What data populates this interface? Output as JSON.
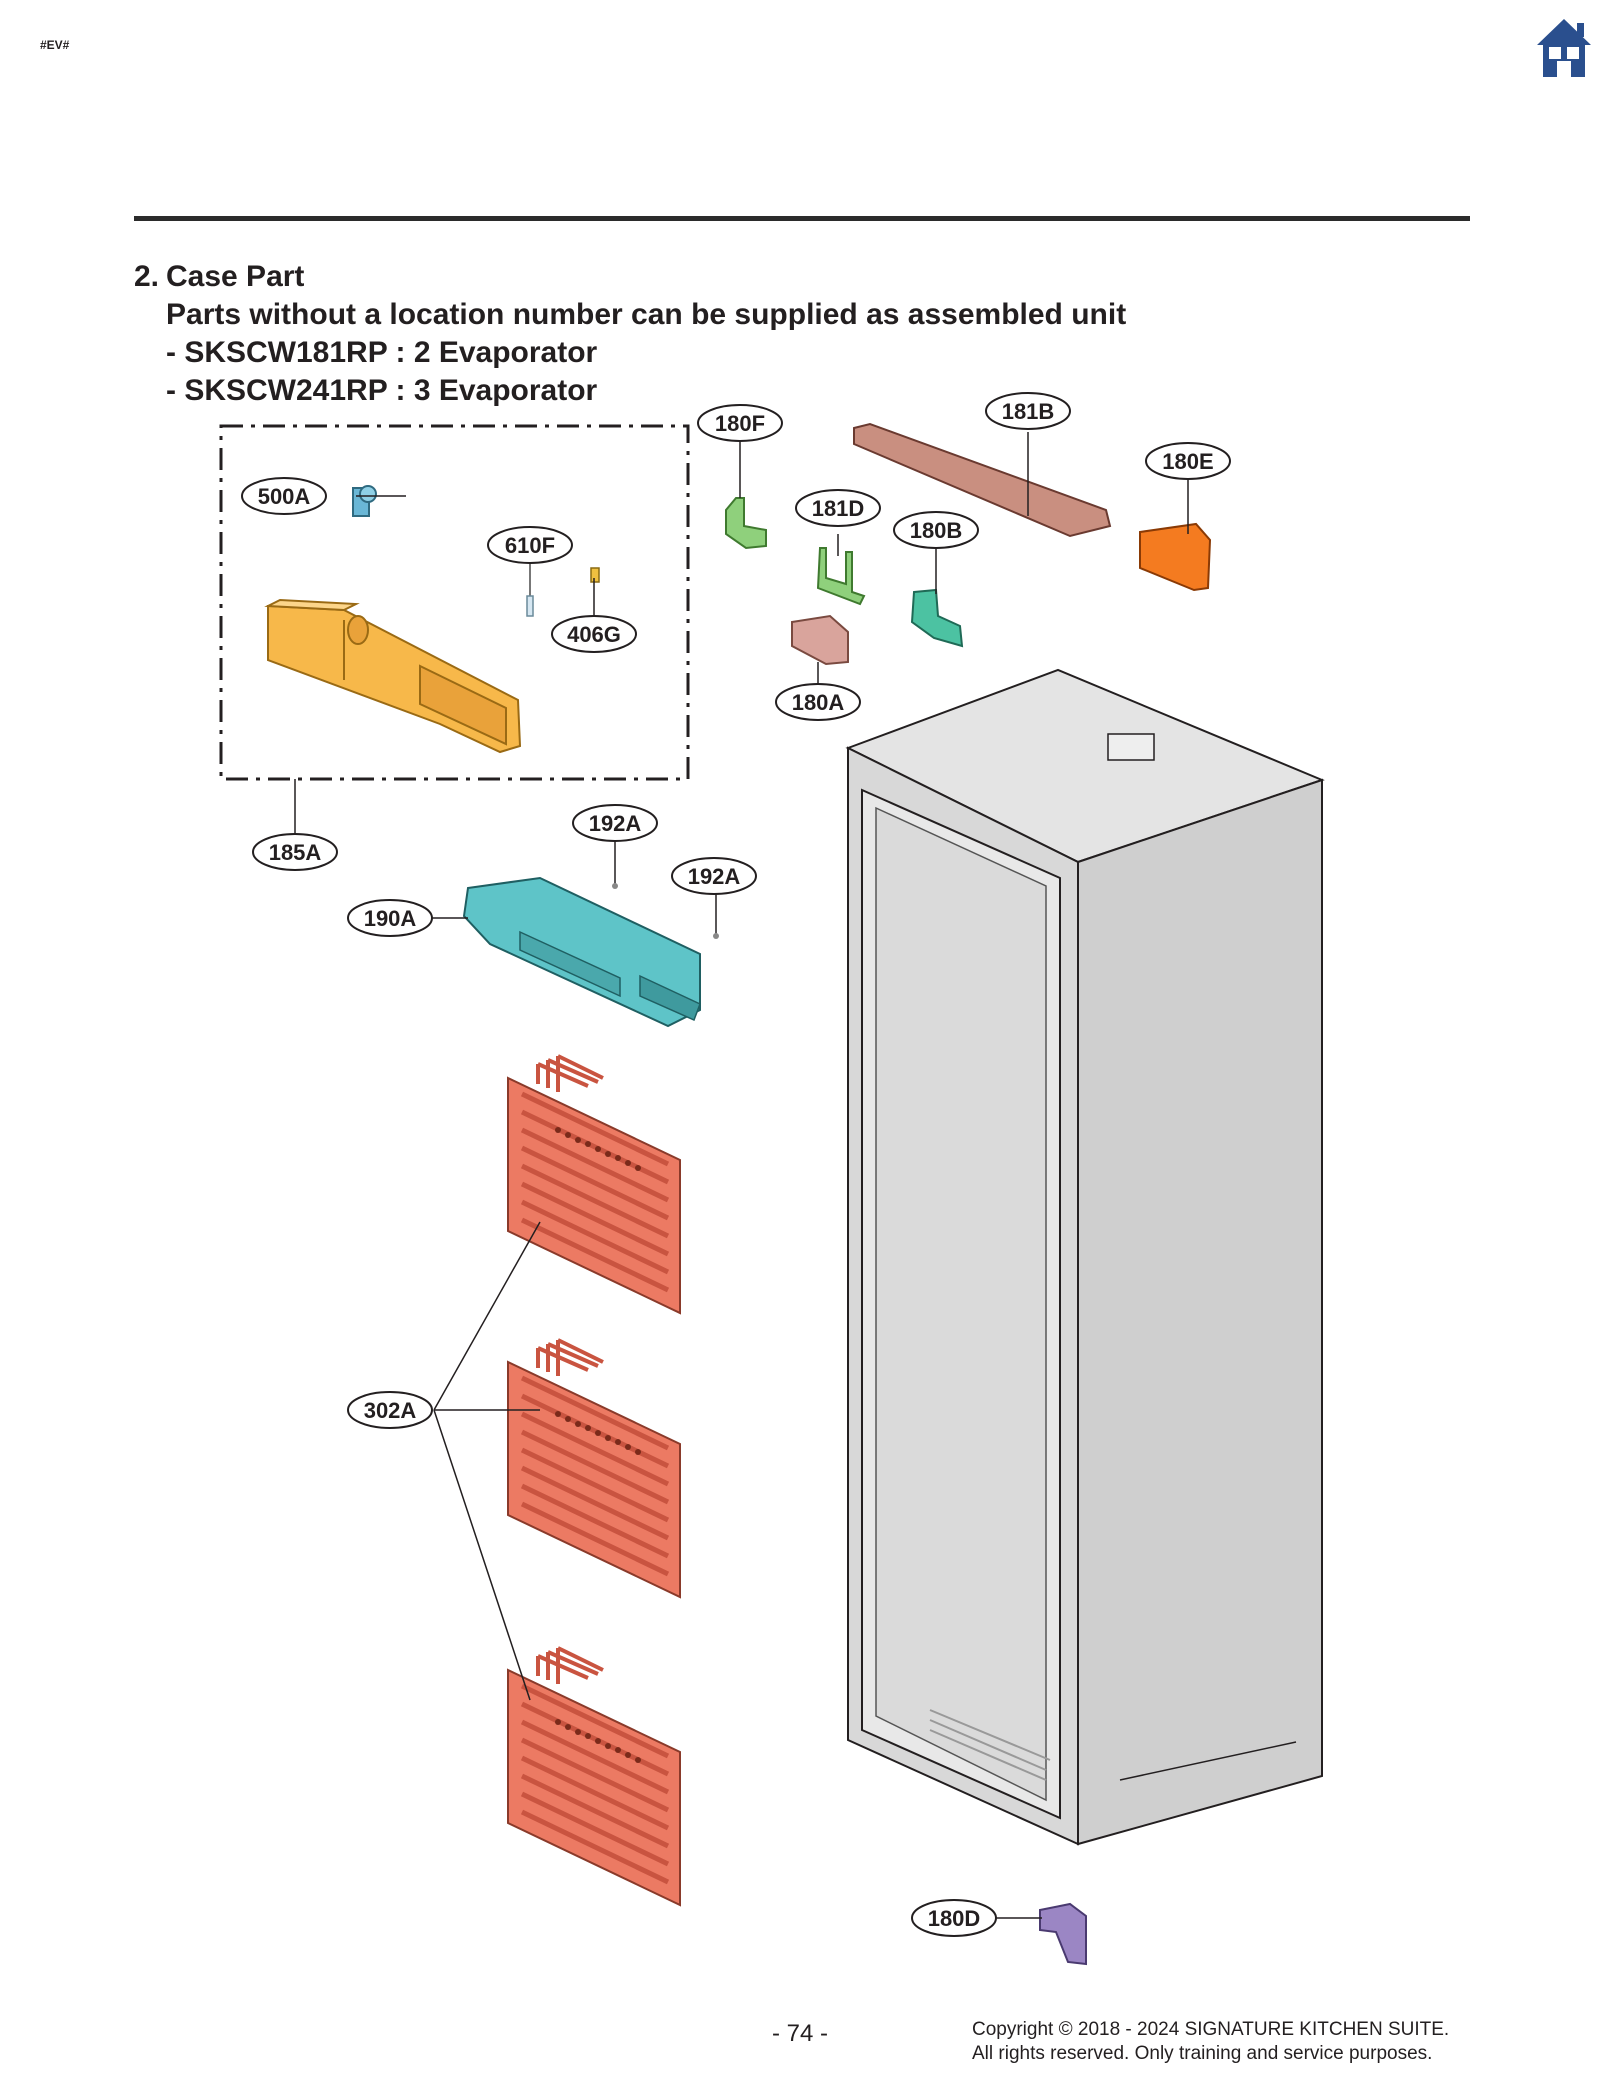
{
  "header": {
    "doc_tag": "#EV#",
    "home_icon": "home-icon"
  },
  "section": {
    "number": "2.",
    "title": "Case Part",
    "note": "Parts without a location number can be supplied as assembled unit",
    "models": [
      "- SKSCW181RP : 2 Evaporator",
      "- SKSCW241RP : 3 Evaporator"
    ]
  },
  "callouts": {
    "c180F": "180F",
    "c181B": "181B",
    "c180E": "180E",
    "c181D": "181D",
    "c180B": "180B",
    "c500A": "500A",
    "c610F": "610F",
    "c406G": "406G",
    "c180A": "180A",
    "c185A": "185A",
    "c192A_1": "192A",
    "c192A_2": "192A",
    "c190A": "190A",
    "c302A": "302A",
    "c180D": "180D"
  },
  "colors": {
    "assembly_yellow": "#f7b84a",
    "evaporator": "#ec7a63",
    "evaporator_dark": "#c95440",
    "cover_cyan": "#5ec4c8",
    "bracket_green": "#8fd07c",
    "bracket_teal": "#4cc2a2",
    "plate_brown": "#c98f80",
    "cover_orange": "#f47b20",
    "bracket_pink": "#d9a49c",
    "bracket_purple": "#9b86c4",
    "cabinet": "#dcdcdc",
    "home_icon": "#2a4f8e"
  },
  "footer": {
    "page_number": "- 74 -",
    "copyright_line1": "Copyright © 2018 - 2024 SIGNATURE KITCHEN SUITE.",
    "copyright_line2": "All rights reserved. Only training and service purposes."
  }
}
